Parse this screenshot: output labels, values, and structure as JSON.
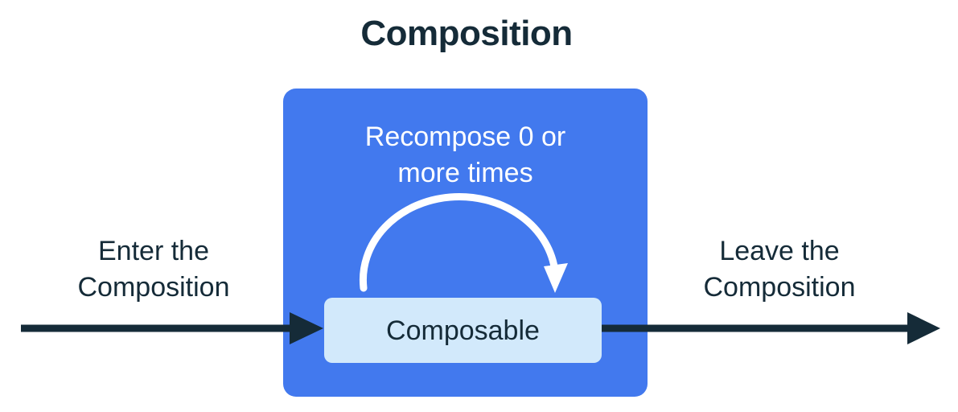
{
  "title": "Composition",
  "composition_box": {
    "recompose_caption_line1": "Recompose 0 or",
    "recompose_caption_line2": "more times",
    "composable_label": "Composable"
  },
  "captions": {
    "enter": "Enter the\nComposition",
    "leave": "Leave the\nComposition"
  },
  "icons": {
    "enter_arrow": "arrow-right-icon",
    "leave_arrow": "arrow-right-icon",
    "recompose_arrow": "curved-loop-arrow-icon"
  },
  "colors": {
    "background": "#ffffff",
    "composition_blue": "#4279EE",
    "composable_light_blue": "#D2E9FB",
    "text_dark": "#152B38",
    "text_light": "#ffffff",
    "arrow_dark": "#152B38",
    "arrow_white": "#ffffff"
  }
}
